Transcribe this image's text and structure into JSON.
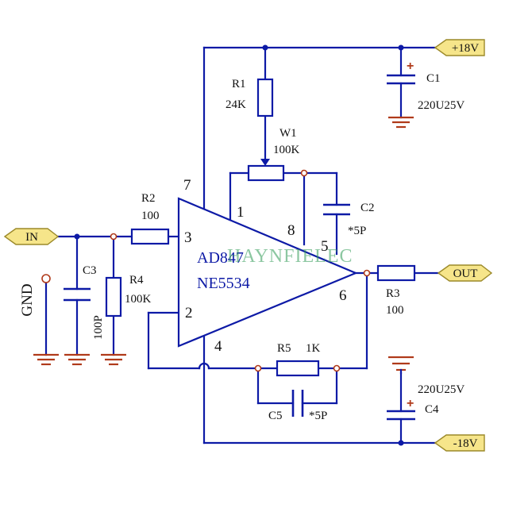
{
  "ports": {
    "pos_supply": "+18V",
    "neg_supply": "-18V",
    "input": "IN",
    "output": "OUT",
    "ground": "GND"
  },
  "opamp": {
    "part1": "AD847",
    "part2": "NE5534",
    "pins": {
      "p1": "1",
      "p2": "2",
      "p3": "3",
      "p4": "4",
      "p5": "5",
      "p6": "6",
      "p7": "7",
      "p8": "8"
    }
  },
  "components": {
    "r1": {
      "ref": "R1",
      "value": "24K"
    },
    "w1": {
      "ref": "W1",
      "value": "100K"
    },
    "r2": {
      "ref": "R2",
      "value": "100"
    },
    "r3": {
      "ref": "R3",
      "value": "100"
    },
    "r4": {
      "ref": "R4",
      "value": "100K"
    },
    "r5": {
      "ref": "R5",
      "value": "1K"
    },
    "c1": {
      "ref": "C1",
      "value": "220U25V",
      "polarity": "+"
    },
    "c2": {
      "ref": "C2",
      "value": "*5P"
    },
    "c3": {
      "ref": "C3",
      "value": "100P"
    },
    "c4": {
      "ref": "C4",
      "value": "220U25V",
      "polarity": "+"
    },
    "c5": {
      "ref": "C5",
      "value": "*5P"
    }
  },
  "watermark": "HAYNFIELEC"
}
